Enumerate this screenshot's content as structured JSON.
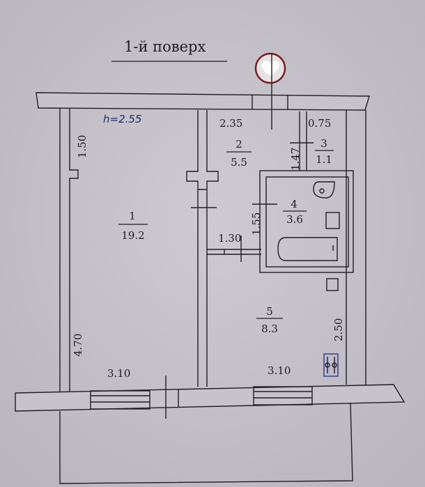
{
  "title": "1-й поверх",
  "ceiling_height_note": "h=2.55",
  "rooms": [
    {
      "number": "1",
      "area": "19.2"
    },
    {
      "number": "2",
      "area": "5.5"
    },
    {
      "number": "3",
      "area": "1.1"
    },
    {
      "number": "4",
      "area": "3.6"
    },
    {
      "number": "5",
      "area": "8.3"
    }
  ],
  "dimensions": {
    "room1_top_left": "1.50",
    "room1_left": "4.70",
    "room1_bottom": "3.10",
    "room2_top": "2.35",
    "room3_top": "0.75",
    "room3_side": "1.47",
    "room4_side": "1.55",
    "room2_bottom": "1.30",
    "room5_right": "2.50",
    "room5_bottom": "3.10"
  },
  "colors": {
    "paper": "#c8c5cc",
    "ink": "#1e1d24",
    "heart_ring": "#7a1d1d"
  }
}
